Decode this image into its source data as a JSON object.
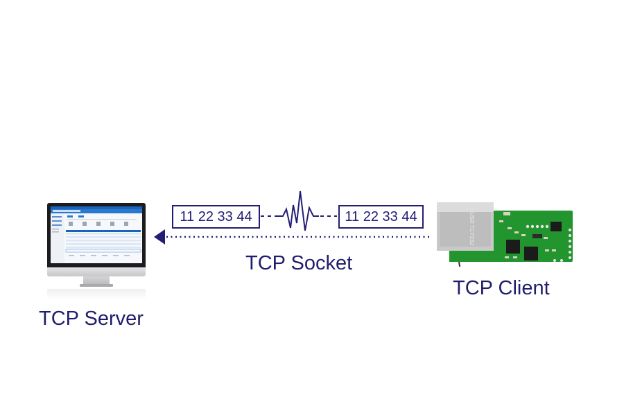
{
  "diagram": {
    "title": "TCP Socket communication",
    "server": {
      "label": "TCP Server",
      "icon": "desktop-monitor-icon"
    },
    "client": {
      "label": "TCP Client",
      "icon": "ethernet-module-board-icon",
      "board_print": "USR TCP232"
    },
    "connection": {
      "label": "TCP Socket",
      "direction": "client-to-server",
      "line_style": "dotted",
      "signal_icon": "waveform-icon"
    },
    "packets": [
      {
        "side": "server",
        "bytes": "11 22 33 44"
      },
      {
        "side": "client",
        "bytes": "11 22 33 44"
      }
    ],
    "colors": {
      "primary": "#231d74",
      "board_green": "#1f8a2c",
      "screen_blue": "#1565c0"
    }
  }
}
